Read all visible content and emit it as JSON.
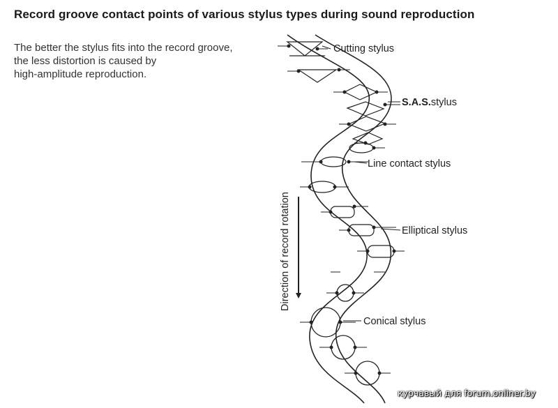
{
  "header": {
    "title": "Record groove contact points of various stylus types during sound reproduction"
  },
  "description": {
    "lines": [
      "The better the stylus fits into the record groove,",
      "the less distortion is caused by",
      "high-amplitude reproduction."
    ]
  },
  "labels": {
    "cutting": "Cutting stylus",
    "sas_bold": "S.A.S.",
    "sas_rest": "stylus",
    "line_contact": "Line contact stylus",
    "elliptical": "Elliptical stylus",
    "conical": "Conical stylus"
  },
  "direction": {
    "label": "Direction of record rotation"
  },
  "watermark": "курчавый для forum.onliner.by"
}
